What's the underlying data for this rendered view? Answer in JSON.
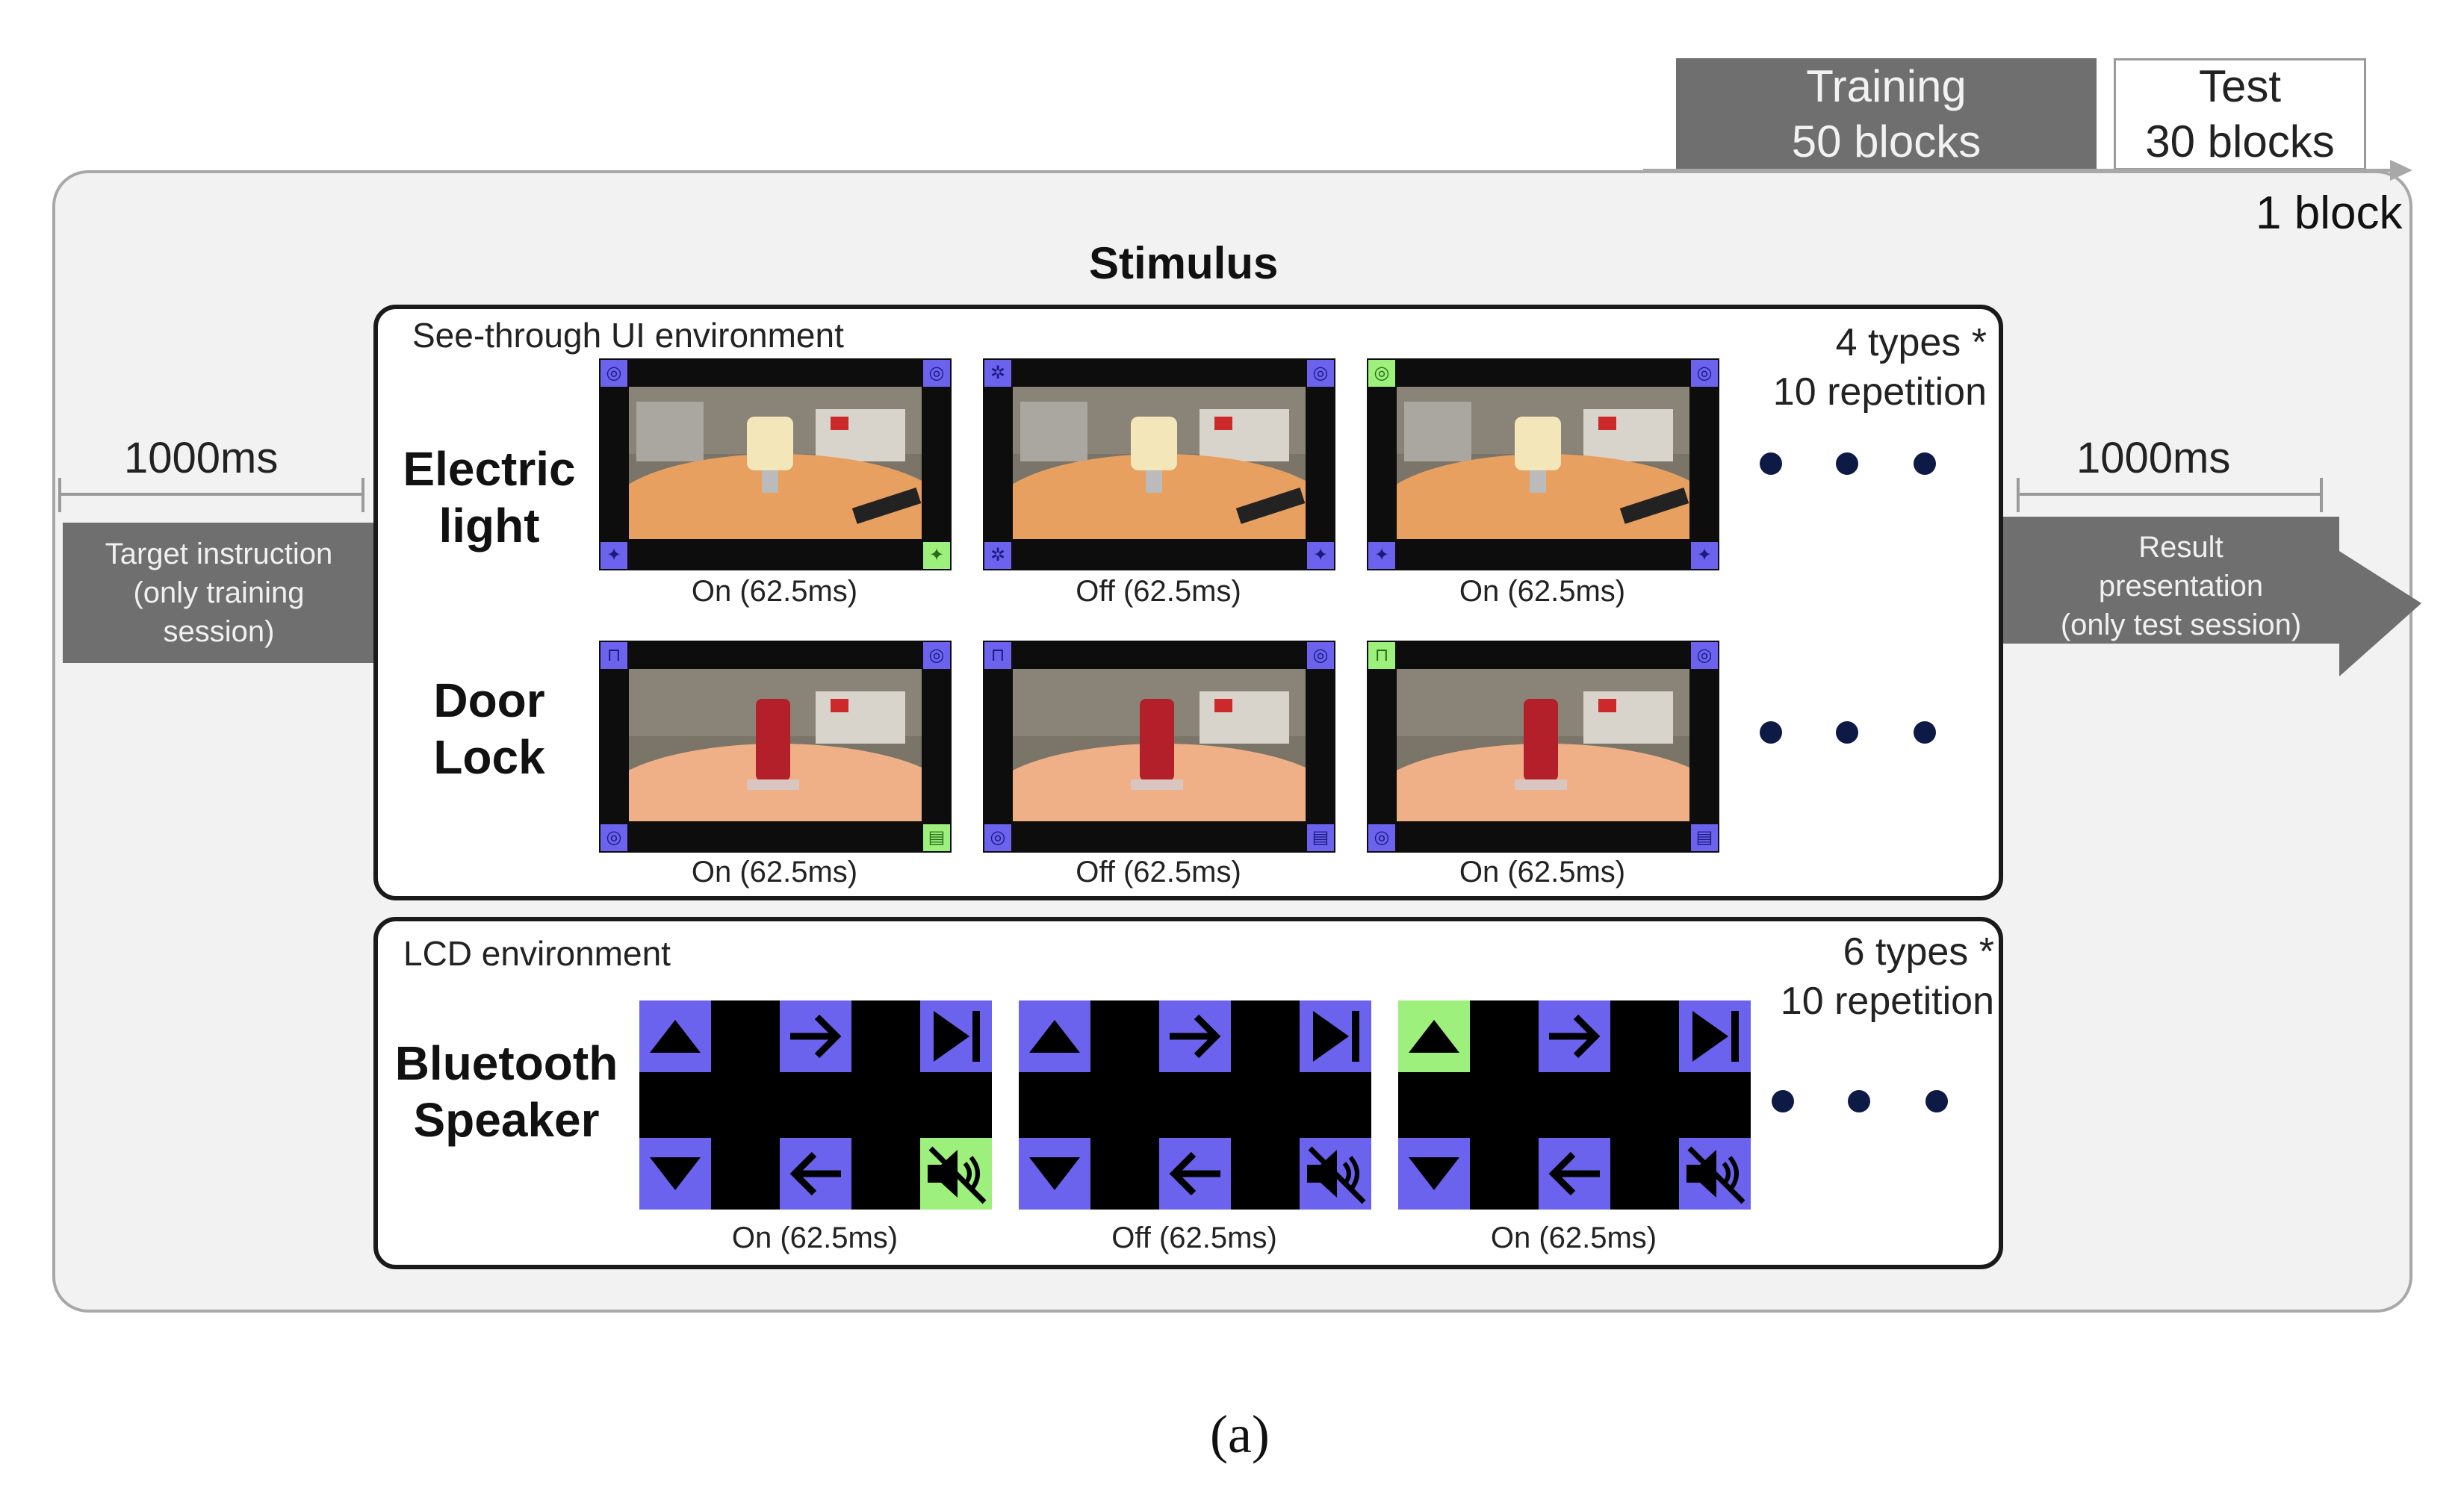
{
  "sessions": {
    "training": {
      "line1": "Training",
      "line2": "50 blocks"
    },
    "test": {
      "line1": "Test",
      "line2": "30 blocks"
    },
    "block_label": "1 block"
  },
  "timing": {
    "pre_duration": "1000ms",
    "pre_box": [
      "Target instruction",
      "(only training",
      "session)"
    ],
    "post_duration": "1000ms",
    "post_box": [
      "Result",
      "presentation",
      "(only test session)"
    ]
  },
  "stimulus": {
    "title": "Stimulus",
    "see_through": {
      "title": "See-through UI environment",
      "types_line1": "4 types *",
      "types_line2": "10 repetition",
      "rows": [
        {
          "label_line1": "Electric",
          "label_line2": "light",
          "captions": [
            "On (62.5ms)",
            "Off (62.5ms)",
            "On (62.5ms)"
          ]
        },
        {
          "label_line1": "Door",
          "label_line2": "Lock",
          "captions": [
            "On (62.5ms)",
            "Off (62.5ms)",
            "On (62.5ms)"
          ]
        }
      ]
    },
    "lcd": {
      "title": "LCD environment",
      "types_line1": "6 types *",
      "types_line2": "10 repetition",
      "label_line1": "Bluetooth",
      "label_line2": "Speaker",
      "captions": [
        "On (62.5ms)",
        "Off (62.5ms)",
        "On (62.5ms)"
      ]
    }
  },
  "figure_label": "(a)",
  "colors": {
    "key_blue": "#6b63ee",
    "key_green": "#9ef07c",
    "training_box": "#6f6f6f"
  }
}
